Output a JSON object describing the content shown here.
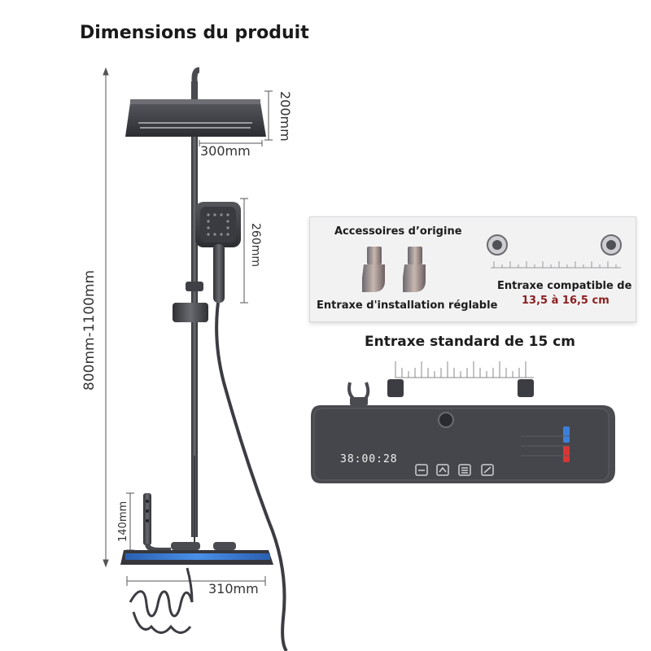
{
  "title": "Dimensions du produit",
  "dims": {
    "height_range": "800mm-1100mm",
    "head_height": "200mm",
    "head_width": "300mm",
    "hand_shower": "260mm",
    "spout": "140mm",
    "shelf_width": "310mm"
  },
  "panel": {
    "accessories": "Accessoires d’origine",
    "adjustable": "Entraxe d'installation réglable",
    "compatible": "Entraxe compatible de",
    "range": "13,5 à 16,5 cm"
  },
  "standard": "Entraxe standard de 15 cm",
  "display_time": "38:00:28",
  "colors": {
    "body": "#4a4b50",
    "accent_blue": "#3b7fd9",
    "accent_red": "#d93535",
    "range_text": "#8a1f1f"
  }
}
